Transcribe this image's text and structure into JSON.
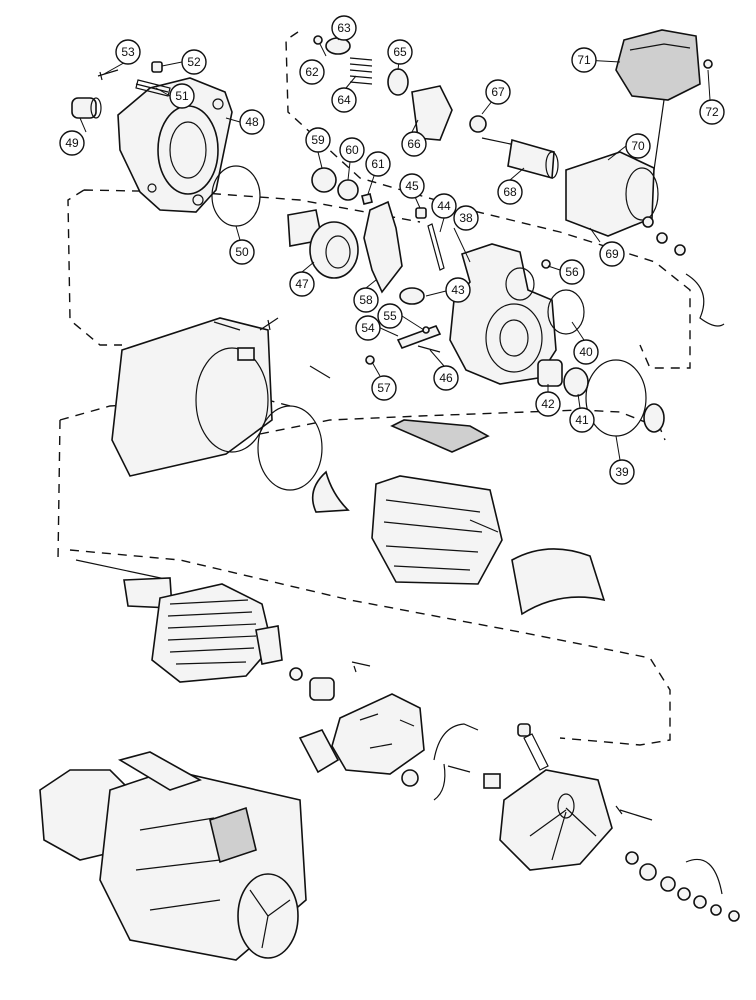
{
  "callouts": [
    "38",
    "39",
    "40",
    "41",
    "42",
    "43",
    "44",
    "45",
    "46",
    "47",
    "48",
    "49",
    "50",
    "51",
    "52",
    "53",
    "54",
    "55",
    "56",
    "57",
    "58",
    "59",
    "60",
    "61",
    "62",
    "63",
    "64",
    "65",
    "66",
    "67",
    "68",
    "69",
    "70",
    "71",
    "72"
  ]
}
